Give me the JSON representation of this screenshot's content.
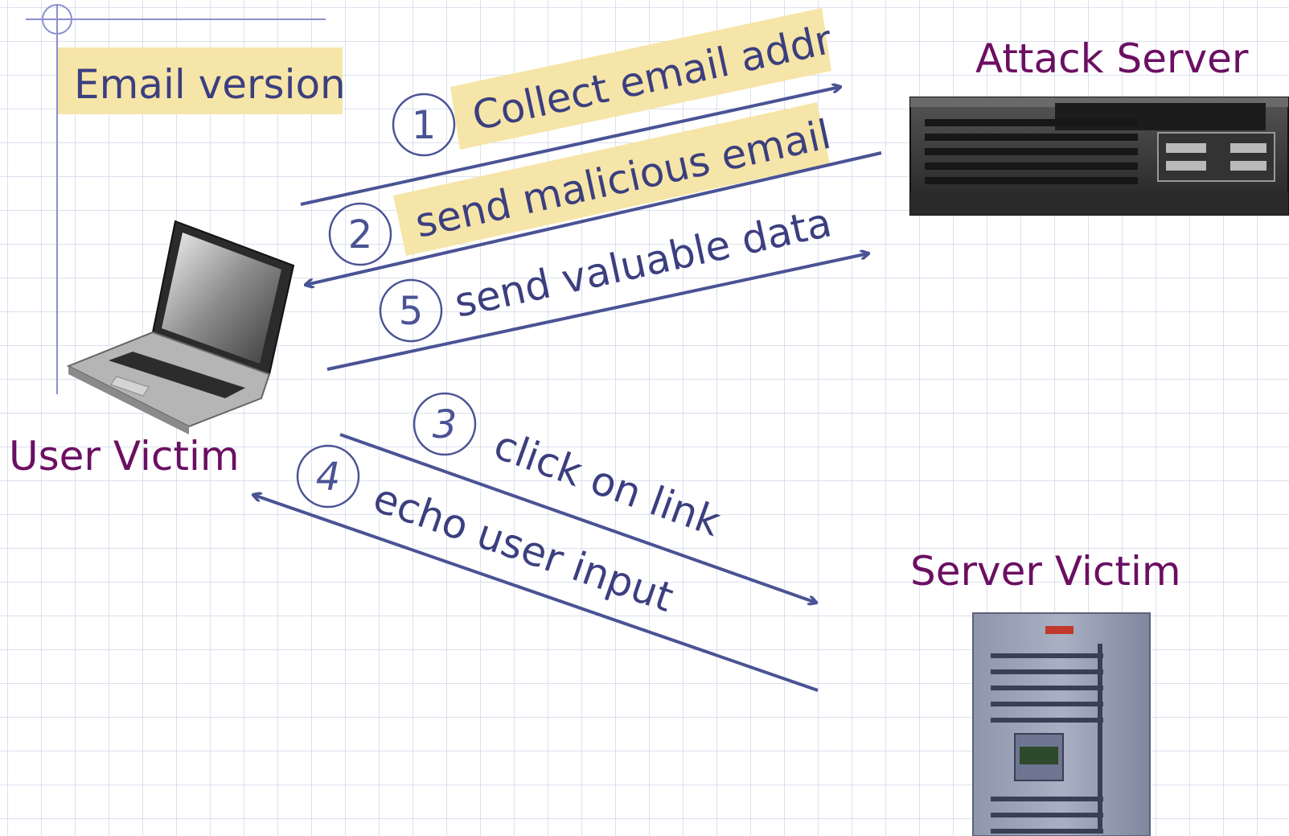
{
  "title": "Email version",
  "nodes": {
    "attack_server": "Attack Server",
    "user_victim": "User Victim",
    "server_victim": "Server Victim"
  },
  "steps": [
    {
      "num": "1",
      "label": "Collect email addr"
    },
    {
      "num": "2",
      "label": "send malicious email"
    },
    {
      "num": "5",
      "label": "send valuable data"
    },
    {
      "num": "3",
      "label": "click on link"
    },
    {
      "num": "4",
      "label": "echo user input"
    }
  ],
  "colors": {
    "arrow": "#4a5394",
    "node_label": "#6b0f62",
    "highlight": "#f6e5a8",
    "title_text": "#3b3f7f",
    "grid": "#bec8e1"
  },
  "icons": {
    "attack_server": "rack-server-icon",
    "user_victim": "laptop-icon",
    "server_victim": "tower-server-icon"
  }
}
